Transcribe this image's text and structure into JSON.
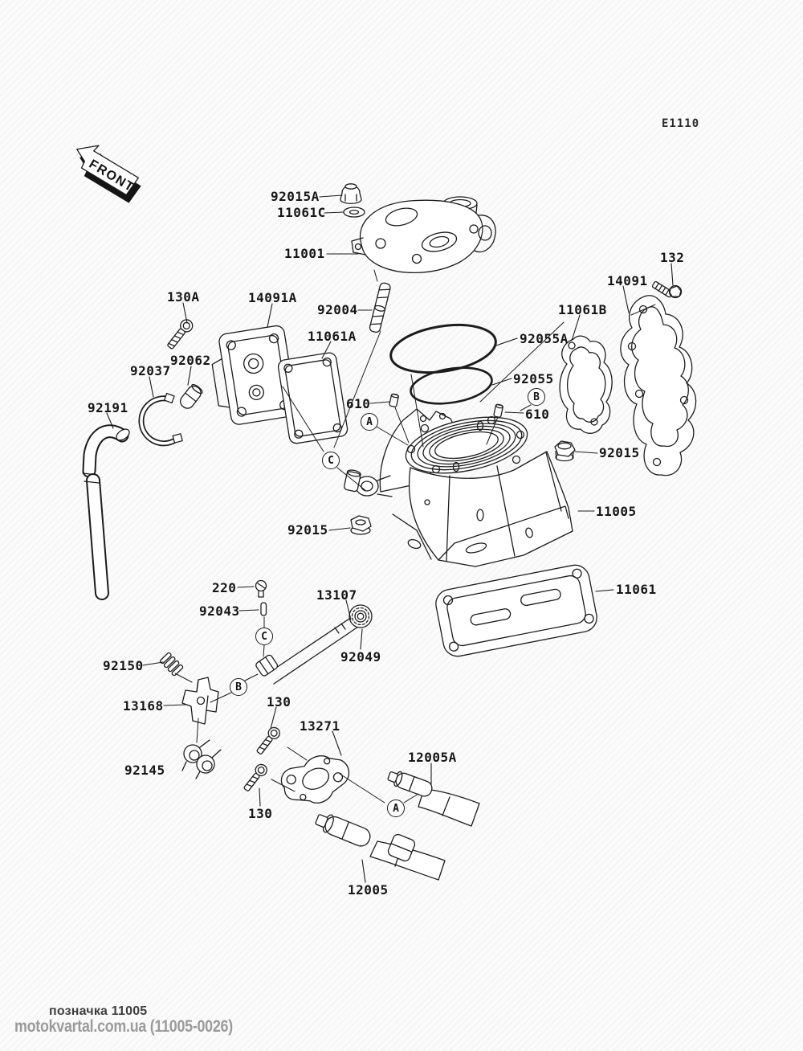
{
  "meta": {
    "drawing_code": "E1110",
    "front_label": "FRONT"
  },
  "footer": {
    "mark_text": "позначка 11005",
    "site_text": "motokvartal.com.ua (11005-0026)"
  },
  "callouts": {
    "a": "A",
    "b": "B",
    "c": "C"
  },
  "labels": {
    "p92015a": "92015A",
    "p11061c": "11061C",
    "p11001": "11001",
    "p130a": "130A",
    "p14091a": "14091A",
    "p92004": "92004",
    "p11061a": "11061A",
    "p92062": "92062",
    "p92037": "92037",
    "p92191": "92191",
    "p92055a": "92055A",
    "p92055": "92055",
    "p11061b": "11061B",
    "p14091": "14091",
    "p132": "132",
    "p610": "610",
    "p92015": "92015",
    "p11005": "11005",
    "p11061": "11061",
    "p220": "220",
    "p92043": "92043",
    "p13107": "13107",
    "p92049": "92049",
    "p92150": "92150",
    "p13168": "13168",
    "p92145": "92145",
    "p130": "130",
    "p13271": "13271",
    "p12005a": "12005A",
    "p12005": "12005"
  }
}
